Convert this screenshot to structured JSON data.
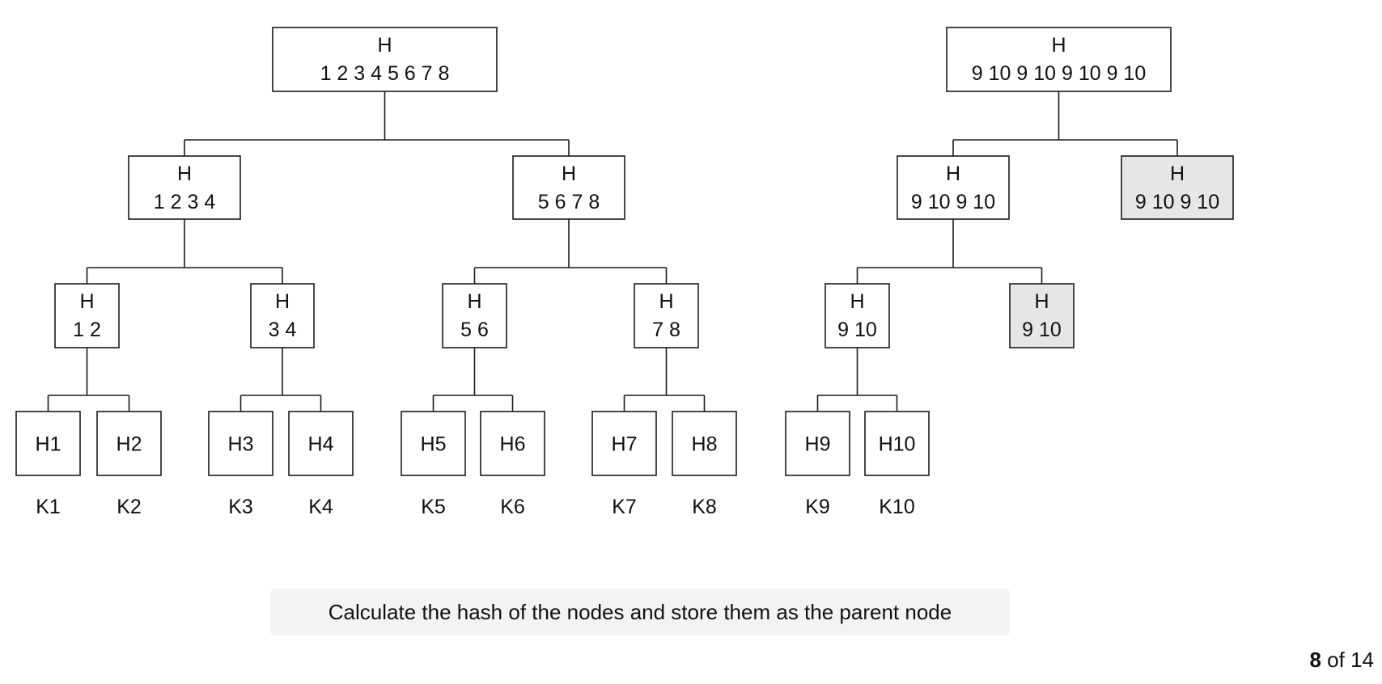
{
  "colors": {
    "stroke": "#1a1a1a",
    "node_fill": "#ffffff",
    "highlight_fill": "#e6e6e6"
  },
  "trees": [
    {
      "nodes": [
        {
          "id": "t1-root",
          "title": "H",
          "value": "1 2 3 4 5 6 7 8",
          "highlighted": false
        },
        {
          "id": "t1-n1234",
          "title": "H",
          "value": "1 2 3 4",
          "highlighted": false
        },
        {
          "id": "t1-n5678",
          "title": "H",
          "value": "5 6 7 8",
          "highlighted": false
        },
        {
          "id": "t1-n12",
          "title": "H",
          "value": "1 2",
          "highlighted": false
        },
        {
          "id": "t1-n34",
          "title": "H",
          "value": "3 4",
          "highlighted": false
        },
        {
          "id": "t1-n56",
          "title": "H",
          "value": "5 6",
          "highlighted": false
        },
        {
          "id": "t1-n78",
          "title": "H",
          "value": "7 8",
          "highlighted": false
        },
        {
          "id": "t1-h1",
          "title": "H1",
          "highlighted": false
        },
        {
          "id": "t1-h2",
          "title": "H2",
          "highlighted": false
        },
        {
          "id": "t1-h3",
          "title": "H3",
          "highlighted": false
        },
        {
          "id": "t1-h4",
          "title": "H4",
          "highlighted": false
        },
        {
          "id": "t1-h5",
          "title": "H5",
          "highlighted": false
        },
        {
          "id": "t1-h6",
          "title": "H6",
          "highlighted": false
        },
        {
          "id": "t1-h7",
          "title": "H7",
          "highlighted": false
        },
        {
          "id": "t1-h8",
          "title": "H8",
          "highlighted": false
        }
      ],
      "edges": [
        [
          "t1-root",
          "t1-n1234"
        ],
        [
          "t1-root",
          "t1-n5678"
        ],
        [
          "t1-n1234",
          "t1-n12"
        ],
        [
          "t1-n1234",
          "t1-n34"
        ],
        [
          "t1-n5678",
          "t1-n56"
        ],
        [
          "t1-n5678",
          "t1-n78"
        ],
        [
          "t1-n12",
          "t1-h1"
        ],
        [
          "t1-n12",
          "t1-h2"
        ],
        [
          "t1-n34",
          "t1-h3"
        ],
        [
          "t1-n34",
          "t1-h4"
        ],
        [
          "t1-n56",
          "t1-h5"
        ],
        [
          "t1-n56",
          "t1-h6"
        ],
        [
          "t1-n78",
          "t1-h7"
        ],
        [
          "t1-n78",
          "t1-h8"
        ]
      ]
    },
    {
      "nodes": [
        {
          "id": "t2-root",
          "title": "H",
          "value": "9 10 9 10 9 10 9 10",
          "highlighted": false
        },
        {
          "id": "t2-left",
          "title": "H",
          "value": "9 10 9 10",
          "highlighted": false
        },
        {
          "id": "t2-right",
          "title": "H",
          "value": "9 10 9 10",
          "highlighted": true
        },
        {
          "id": "t2-n910",
          "title": "H",
          "value": "9 10",
          "highlighted": false
        },
        {
          "id": "t2-n910dup",
          "title": "H",
          "value": "9 10",
          "highlighted": true
        },
        {
          "id": "t2-h9",
          "title": "H9",
          "highlighted": false
        },
        {
          "id": "t2-h10",
          "title": "H10",
          "highlighted": false
        }
      ],
      "edges": [
        [
          "t2-root",
          "t2-left"
        ],
        [
          "t2-root",
          "t2-right"
        ],
        [
          "t2-left",
          "t2-n910"
        ],
        [
          "t2-left",
          "t2-n910dup"
        ],
        [
          "t2-n910",
          "t2-h9"
        ],
        [
          "t2-n910",
          "t2-h10"
        ]
      ]
    }
  ],
  "keys": [
    "K1",
    "K2",
    "K3",
    "K4",
    "K5",
    "K6",
    "K7",
    "K8",
    "K9",
    "K10"
  ],
  "caption": "Calculate the hash of the nodes and store them as the parent node",
  "pager": {
    "current": "8",
    "separator": "of",
    "total": "14"
  }
}
